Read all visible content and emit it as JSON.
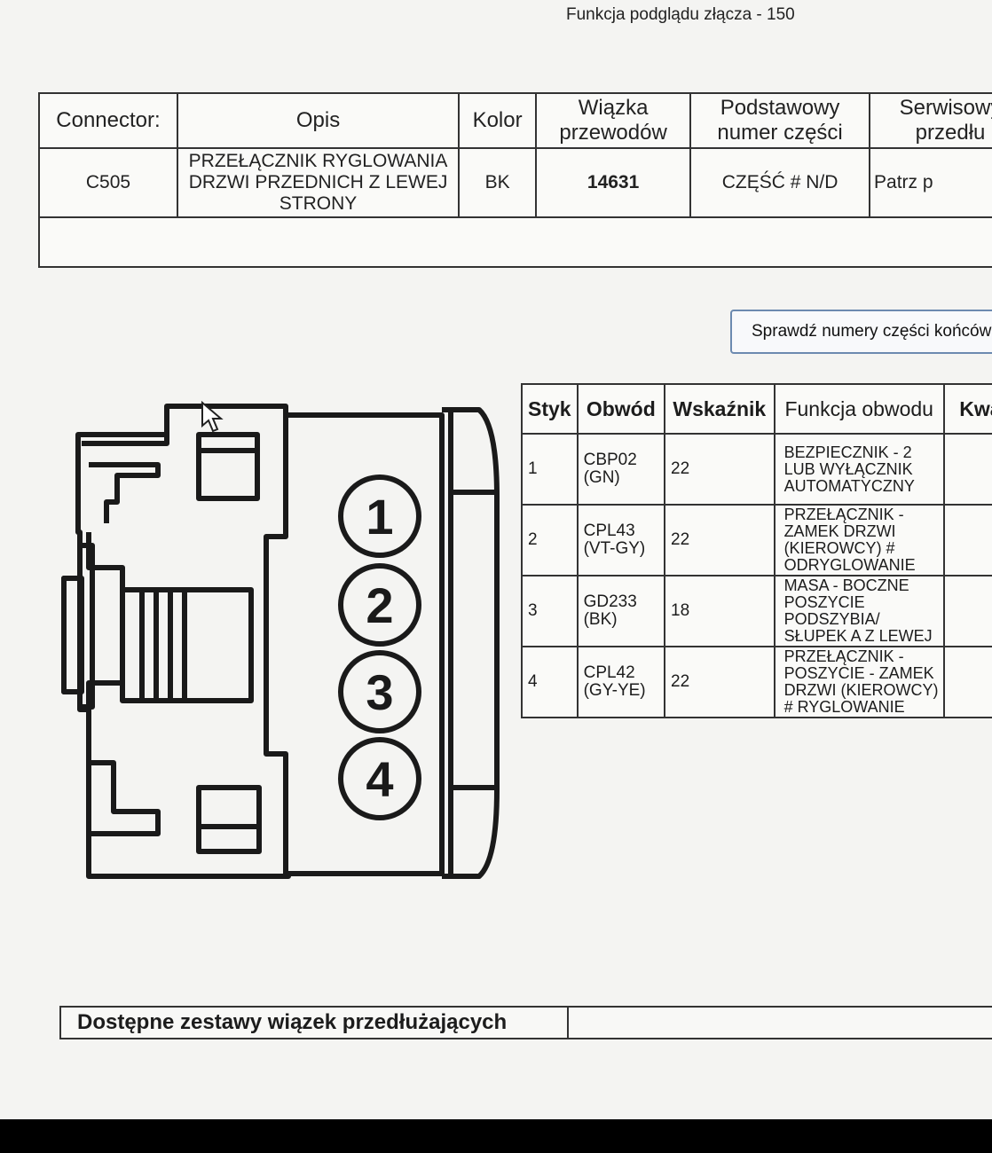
{
  "page_title": "Funkcja podglądu złącza - 150",
  "connector_table": {
    "headers": [
      "Connector:",
      "Opis",
      "Kolor",
      "Wiązka przewodów",
      "Podstawowy numer części",
      "Serwisowy przedłu"
    ],
    "row": [
      "C505",
      "PRZEŁĄCZNIK RYGLOWANIA DRZWI PRZEDNICH Z LEWEJ STRONY",
      "BK",
      "14631",
      "CZĘŚĆ # N/D",
      "Patrz p"
    ]
  },
  "check_button": "Sprawdź numery części końców",
  "pin_table": {
    "headers": [
      "Styk",
      "Obwód",
      "Wskaźnik",
      "Funkcja obwodu",
      "Kwa"
    ],
    "rows": [
      [
        "1",
        "CBP02 (GN)",
        "22",
        "BEZPIECZNIK - 2 LUB WYŁĄCZNIK AUTOMATYCZNY"
      ],
      [
        "2",
        "CPL43 (VT-GY)",
        "22",
        "PRZEŁĄCZNIK - ZAMEK DRZWI (KIEROWCY) # ODRYGLOWANIE"
      ],
      [
        "3",
        "GD233 (BK)",
        "18",
        "MASA - BOCZNE POSZYCIE PODSZYBIA/ SŁUPEK A Z LEWEJ"
      ],
      [
        "4",
        "CPL42 (GY-YE)",
        "22",
        "PRZEŁĄCZNIK - POSZYCIE - ZAMEK DRZWI (KIEROWCY) # RYGLOWANIE"
      ]
    ]
  },
  "pin_labels": [
    "1",
    "2",
    "3",
    "4"
  ],
  "footer_label": "Dostępne zestawy wiązek przedłużających",
  "colors": {
    "line": "#1a1a1a",
    "button_border": "#6c8ab0",
    "background": "#f4f4f2"
  }
}
